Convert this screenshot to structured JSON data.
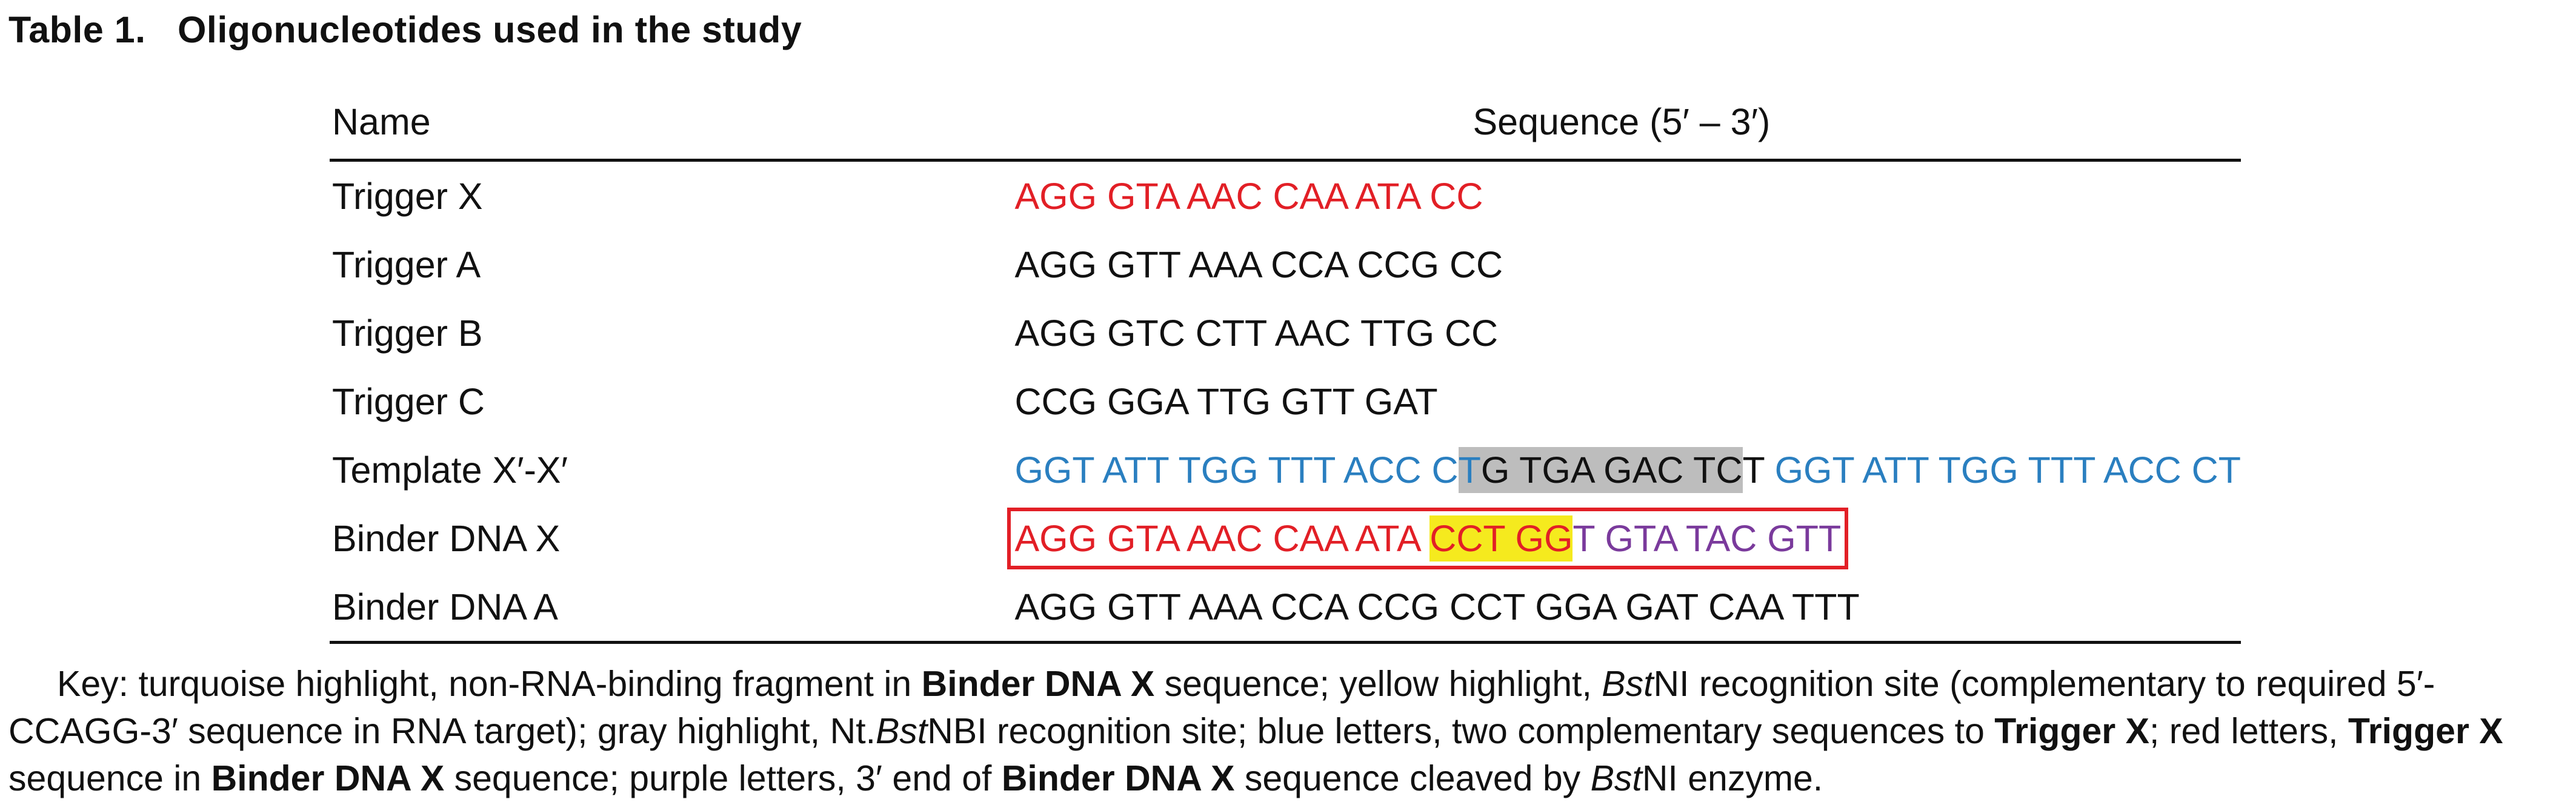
{
  "caption": {
    "label": "Table 1.",
    "title": "Oligonucleotides used in the study"
  },
  "header": {
    "name": "Name",
    "sequence": "Sequence (5′ – 3′)"
  },
  "colors": {
    "red": "#e21f26",
    "blue": "#2a7fc0",
    "purple": "#7a3a9c",
    "turquoise_highlight": "#5ec7d8",
    "yellow_highlight": "#f5ea1e",
    "gray_highlight": "#bdbdbd"
  },
  "rows": [
    {
      "name": "Trigger X",
      "segments": [
        {
          "text": "AGG GTA AAC CAA ATA CC",
          "color": "red",
          "highlight": ""
        }
      ]
    },
    {
      "name": "Trigger A",
      "segments": [
        {
          "text": "AGG GTT AAA CCA CCG CC",
          "color": "black",
          "highlight": ""
        }
      ]
    },
    {
      "name": "Trigger B",
      "segments": [
        {
          "text": "AGG GTC CTT AAC TTG CC",
          "color": "black",
          "highlight": ""
        }
      ]
    },
    {
      "name": "Trigger C",
      "segments": [
        {
          "text": "CCG GGA TTG GTT GAT",
          "color": "black",
          "highlight": ""
        }
      ]
    },
    {
      "name": "Template X′-X′",
      "segments": [
        {
          "text": "GGT ATT TGG TTT ACC C",
          "color": "blue",
          "highlight": ""
        },
        {
          "text": "T",
          "color": "blue",
          "highlight": "gray"
        },
        {
          "text": "G TGA GAC TC",
          "color": "black",
          "highlight": "gray"
        },
        {
          "text": "T ",
          "color": "black",
          "highlight": ""
        },
        {
          "text": "GGT ATT TGG TTT ACC CT",
          "color": "blue",
          "highlight": ""
        }
      ]
    },
    {
      "name": "Binder DNA X",
      "boxed": true,
      "segments": [
        {
          "text": "AGG GT",
          "color": "red",
          "highlight": "turquoise"
        },
        {
          "text": "A AAC CAA ATA ",
          "color": "red",
          "highlight": ""
        },
        {
          "text": "CCT GG",
          "color": "red",
          "highlight": "yellow"
        },
        {
          "text": "T GTA TAC GTT",
          "color": "purple",
          "highlight": ""
        }
      ]
    },
    {
      "name": "Binder DNA A",
      "segments": [
        {
          "text": "AGG GTT AAA CCA CCG CCT GGA GAT CAA TTT",
          "color": "black",
          "highlight": ""
        }
      ]
    }
  ],
  "key": [
    {
      "t": "Key: turquoise highlight, non-RNA-binding fragment in ",
      "s": ""
    },
    {
      "t": "Binder DNA X",
      "s": "b"
    },
    {
      "t": " sequence; yellow highlight, ",
      "s": ""
    },
    {
      "t": "Bst",
      "s": "i"
    },
    {
      "t": "NI recognition site (complementary to required 5′-CCAGG-3′ sequence in RNA target); gray highlight, Nt.",
      "s": ""
    },
    {
      "t": "Bst",
      "s": "i"
    },
    {
      "t": "NBI recognition site; blue letters, two complementary sequences to ",
      "s": ""
    },
    {
      "t": "Trigger X",
      "s": "b"
    },
    {
      "t": "; red letters, ",
      "s": ""
    },
    {
      "t": "Trigger X",
      "s": "b"
    },
    {
      "t": " sequence in ",
      "s": ""
    },
    {
      "t": "Binder DNA X",
      "s": "b"
    },
    {
      "t": " sequence; purple letters, 3′ end of ",
      "s": ""
    },
    {
      "t": "Binder DNA X",
      "s": "b"
    },
    {
      "t": " sequence cleaved by ",
      "s": ""
    },
    {
      "t": "Bst",
      "s": "i"
    },
    {
      "t": "NI enzyme.",
      "s": ""
    }
  ]
}
